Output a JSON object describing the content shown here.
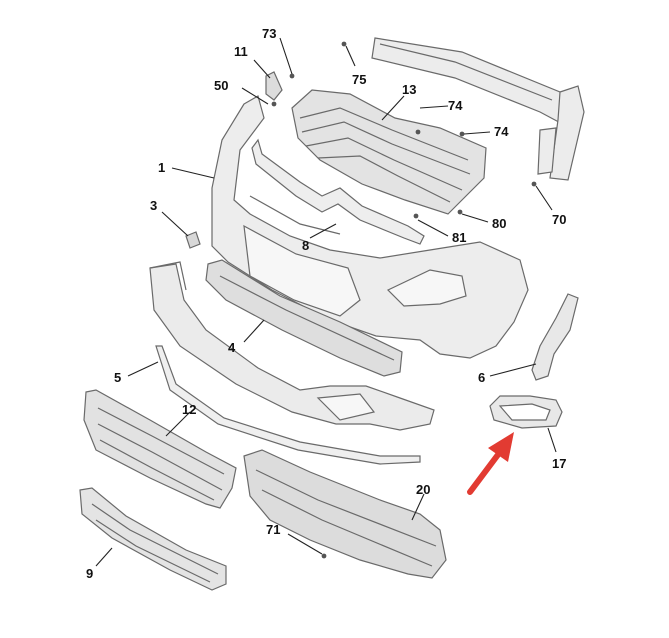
{
  "diagram": {
    "colors": {
      "part_fill": "#e6e6e6",
      "part_stroke": "#6a6a6a",
      "label": "#111111",
      "arrow": "#e23b32"
    },
    "labels": {
      "p73": "73",
      "p11": "11",
      "p50": "50",
      "p75": "75",
      "p13": "13",
      "p74a": "74",
      "p74b": "74",
      "p1": "1",
      "p3": "3",
      "p8": "8",
      "p81": "81",
      "p80": "80",
      "p70": "70",
      "p4": "4",
      "p5": "5",
      "p6": "6",
      "p12": "12",
      "p17": "17",
      "p20": "20",
      "p71": "71",
      "p9": "9"
    },
    "highlight": {
      "part": "17",
      "indicator": "red-arrow-icon"
    }
  }
}
